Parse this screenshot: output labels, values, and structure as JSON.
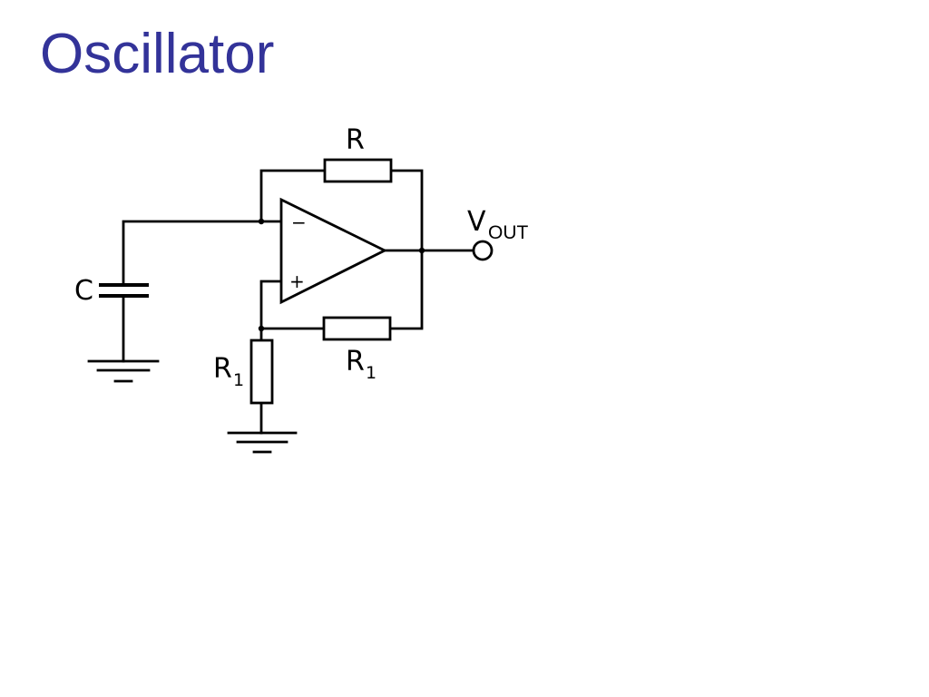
{
  "slide": {
    "title": "Oscillator"
  },
  "circuit": {
    "feedback_resistor": {
      "name": "R"
    },
    "divider_resistor_top": {
      "name": "R",
      "subscript": "1"
    },
    "divider_resistor_bottom": {
      "name": "R",
      "subscript": "1"
    },
    "capacitor": {
      "name": "C"
    },
    "output": {
      "name": "V",
      "subscript": "OUT"
    },
    "opamp": {
      "inverting_sign": "−",
      "noninverting_sign": "+"
    }
  },
  "colors": {
    "title": "#333399",
    "lines": "#000000",
    "background": "#ffffff"
  }
}
